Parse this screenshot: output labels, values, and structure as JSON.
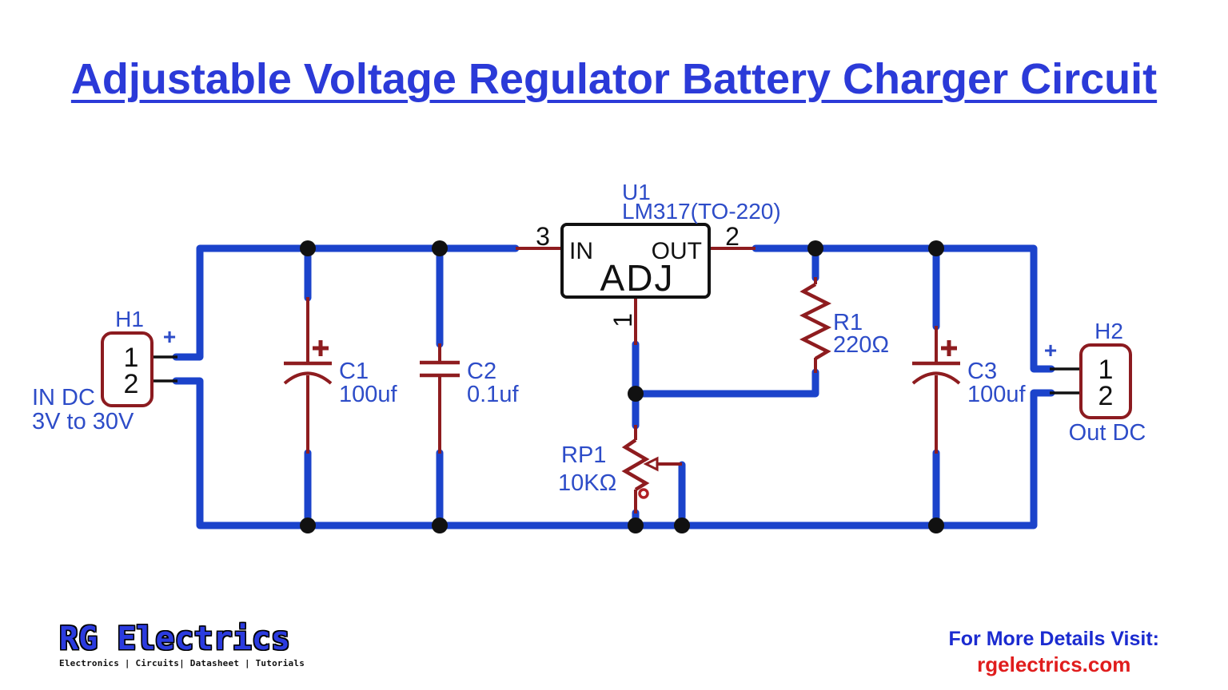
{
  "title": "Adjustable Voltage Regulator Battery Charger Circuit",
  "colors": {
    "wire_blue": "#1b43cb",
    "component_red": "#8e1c1f",
    "label_blue": "#2d4cc8",
    "title_blue": "#2b3ad8",
    "url_red": "#e01d1d",
    "junction_black": "#111111"
  },
  "circuit": {
    "u1": {
      "ref": "U1",
      "part": "LM317(TO-220)",
      "pin_in_label": "IN",
      "pin_out_label": "OUT",
      "pin_adj_label": "ADJ",
      "pin_in_num": "3",
      "pin_out_num": "2",
      "pin_adj_num": "1"
    },
    "h1": {
      "ref": "H1",
      "pin1": "1",
      "pin2": "2",
      "polarity": "+",
      "desc_line1": "IN DC",
      "desc_line2": "3V to 30V"
    },
    "h2": {
      "ref": "H2",
      "pin1": "1",
      "pin2": "2",
      "polarity": "+",
      "desc": "Out DC"
    },
    "c1": {
      "ref": "C1",
      "value": "100uf",
      "polarity": "+"
    },
    "c2": {
      "ref": "C2",
      "value": "0.1uf"
    },
    "c3": {
      "ref": "C3",
      "value": "100uf",
      "polarity": "+"
    },
    "r1": {
      "ref": "R1",
      "value": "220Ω"
    },
    "rp1": {
      "ref": "RP1",
      "value": "10KΩ"
    }
  },
  "footer": {
    "logo_text": "RG Electrics",
    "logo_tagline": "Electronics | Circuits| Datasheet | Tutorials",
    "visit_label": "For More Details Visit:",
    "visit_url": "rgelectrics.com"
  }
}
